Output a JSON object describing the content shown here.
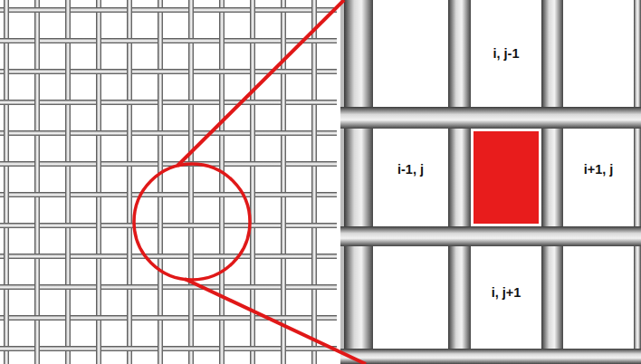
{
  "diagram": {
    "nodes": [
      {
        "text": [
          "i, j-1"
        ]
      },
      {
        "text": [
          "i-1, j"
        ]
      },
      {
        "text": [
          "i+1, j"
        ]
      },
      {
        "text": [
          "i, j+1"
        ]
      }
    ]
  }
}
